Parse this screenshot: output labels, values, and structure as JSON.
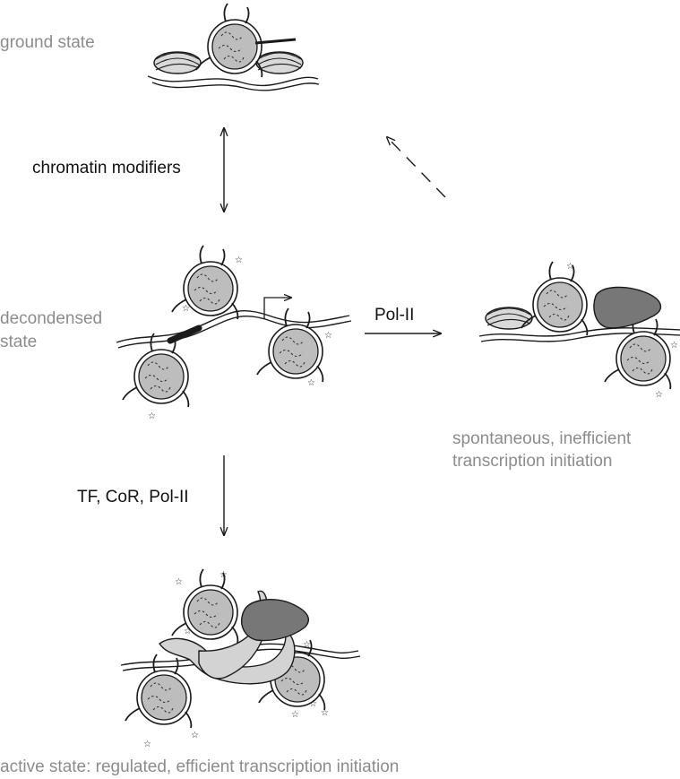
{
  "labels": {
    "ground_state": "ground state",
    "chromatin_modifiers": "chromatin modifiers",
    "decondensed_line1": "decondensed",
    "decondensed_line2": "state",
    "pol_ii": "Pol-II",
    "spontaneous_line1": "spontaneous, inefficient",
    "spontaneous_line2": "transcription initiation",
    "tf_cor_polii": "TF, CoR, Pol-II",
    "active_state": "active state: regulated, efficient transcription initiation"
  },
  "colors": {
    "state_label": "#8c8c8c",
    "process_label": "#111111",
    "nucleosome_fill": "#bdbdbd",
    "polymerase_fill": "#777777",
    "cofactor_fill": "#d3d3d3",
    "line": "#1a1a1a"
  }
}
